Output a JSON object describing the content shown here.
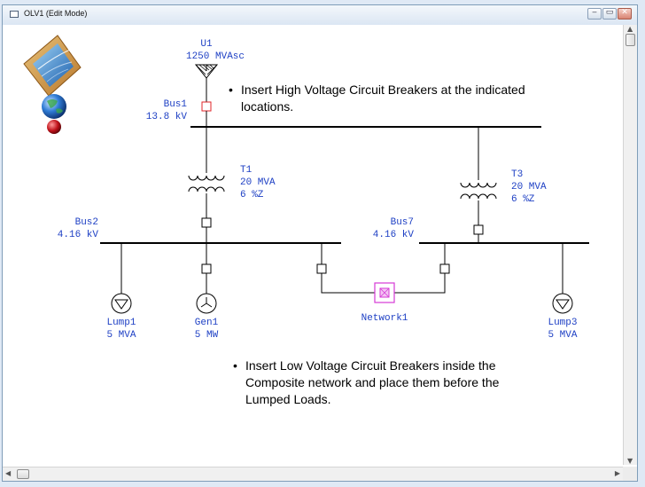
{
  "window": {
    "title": "OLV1 (Edit Mode)",
    "buttons": {
      "minimize": "‒",
      "restore": "▭",
      "close": "✕"
    }
  },
  "diagram": {
    "utility": {
      "name": "U1",
      "rating": "1250 MVAsc"
    },
    "buses": [
      {
        "name": "Bus1",
        "voltage": "13.8 kV"
      },
      {
        "name": "Bus2",
        "voltage": "4.16 kV"
      },
      {
        "name": "Bus7",
        "voltage": "4.16 kV"
      }
    ],
    "transformers": [
      {
        "name": "T1",
        "rating": "20 MVA",
        "impedance": "6 %Z"
      },
      {
        "name": "T3",
        "rating": "20 MVA",
        "impedance": "6 %Z"
      }
    ],
    "loads": [
      {
        "name": "Lump1",
        "rating": "5 MVA"
      },
      {
        "name": "Lump3",
        "rating": "5 MVA"
      }
    ],
    "generator": {
      "name": "Gen1",
      "rating": "5 MW"
    },
    "network": {
      "name": "Network1"
    },
    "colors": {
      "label": "#1d3fc4",
      "line": "#000000",
      "breaker_highlight": "#e0262a",
      "network": "#d63ad6"
    }
  },
  "notes": [
    {
      "lines": [
        "Insert High Voltage Circuit Breakers at the indicated",
        "locations."
      ]
    },
    {
      "lines": [
        "Insert Low Voltage Circuit Breakers inside the",
        "Composite network and place them before the",
        "Lumped Loads."
      ]
    }
  ],
  "logo": {
    "icon": "etap-globe-logo"
  },
  "scrollbars": {
    "vertical": "visible",
    "horizontal": "visible"
  }
}
